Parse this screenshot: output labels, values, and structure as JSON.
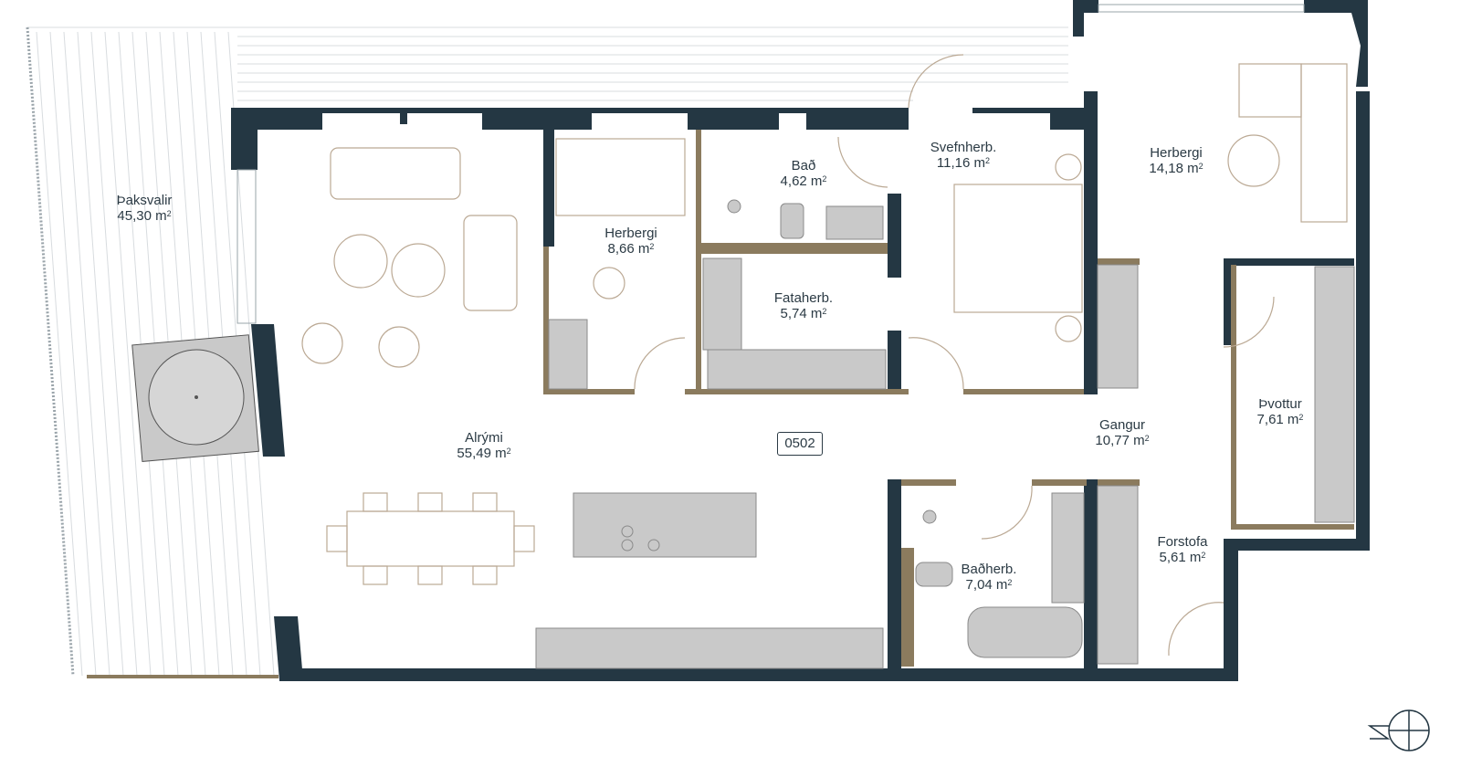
{
  "unit_number": "0502",
  "area_unit": "m",
  "area_exponent": "2",
  "rooms": {
    "thaksvalir": {
      "name": "Þaksvalir",
      "area": "45,30"
    },
    "alrymi": {
      "name": "Alrými",
      "area": "55,49"
    },
    "herbergi_small": {
      "name": "Herbergi",
      "area": "8,66"
    },
    "bad": {
      "name": "Bað",
      "area": "4,62"
    },
    "fataherb": {
      "name": "Fataherb.",
      "area": "5,74"
    },
    "svefnherb": {
      "name": "Svefnherb.",
      "area": "11,16"
    },
    "herbergi_large": {
      "name": "Herbergi",
      "area": "14,18"
    },
    "thvottur": {
      "name": "Þvottur",
      "area": "7,61"
    },
    "gangur": {
      "name": "Gangur",
      "area": "10,77"
    },
    "badherb": {
      "name": "Baðherb.",
      "area": "7,04"
    },
    "forstofa": {
      "name": "Forstofa",
      "area": "5,61"
    }
  },
  "colors": {
    "wall": "#243743",
    "partition": "#8b7b5e",
    "furniture": "#c9c9c9",
    "line": "#bba994"
  }
}
